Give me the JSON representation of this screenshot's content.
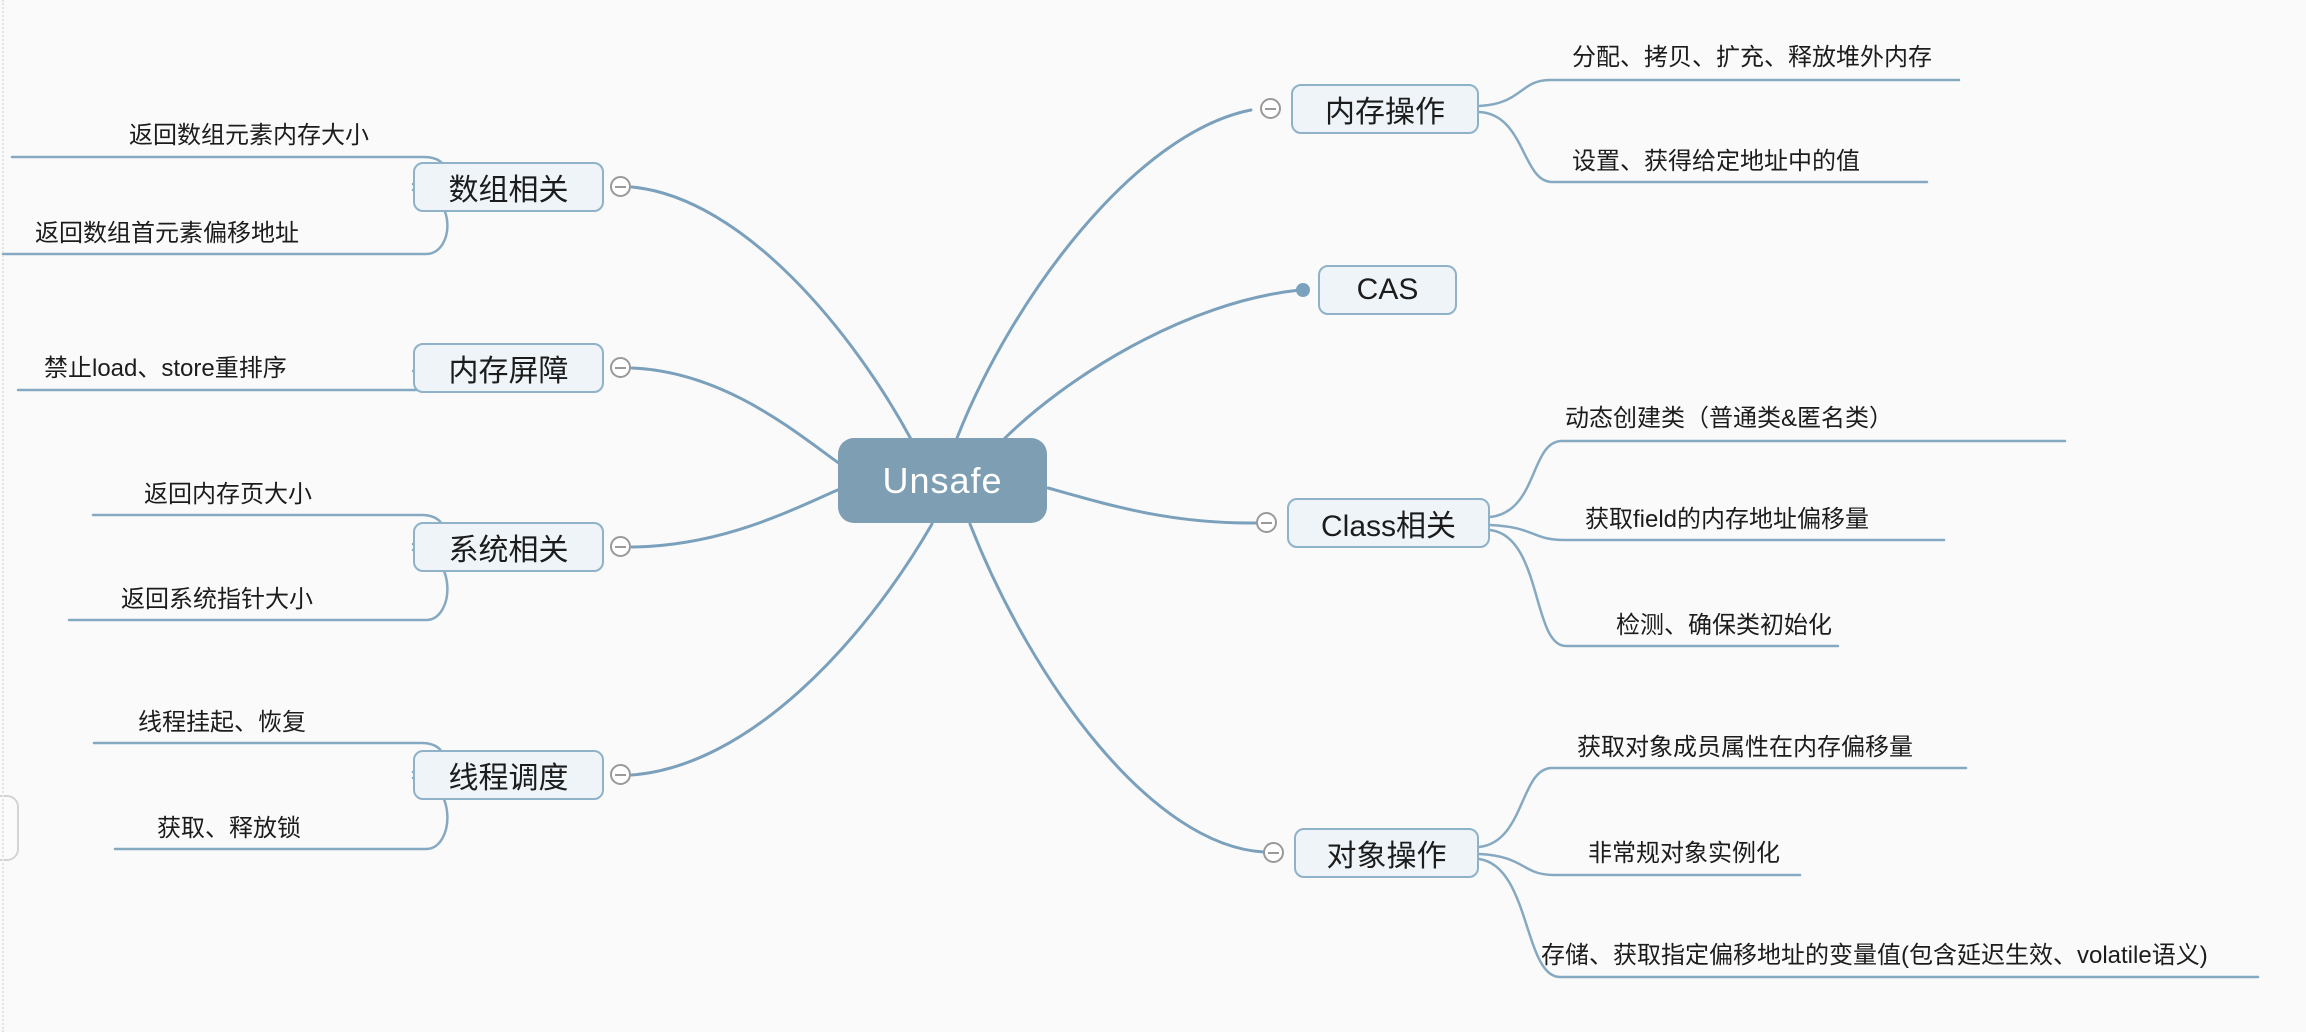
{
  "root": {
    "label": "Unsafe"
  },
  "left_branches": [
    {
      "label": "数组相关",
      "children": [
        "返回数组元素内存大小",
        "返回数组首元素偏移地址"
      ]
    },
    {
      "label": "内存屏障",
      "children": [
        "禁止load、store重排序"
      ]
    },
    {
      "label": "系统相关",
      "children": [
        "返回内存页大小",
        "返回系统指针大小"
      ]
    },
    {
      "label": "线程调度",
      "children": [
        "线程挂起、恢复",
        "获取、释放锁"
      ]
    }
  ],
  "right_branches": [
    {
      "label": "内存操作",
      "children": [
        "分配、拷贝、扩充、释放堆外内存",
        "设置、获得给定地址中的值"
      ]
    },
    {
      "label": "CAS",
      "children": []
    },
    {
      "label": "Class相关",
      "children": [
        "动态创建类（普通类&匿名类）",
        "获取field的内存地址偏移量",
        "检测、确保类初始化"
      ]
    },
    {
      "label": "对象操作",
      "children": [
        "获取对象成员属性在内存偏移量",
        "非常规对象实例化",
        "存储、获取指定偏移地址的变量值(包含延迟生效、volatile语义)"
      ]
    }
  ],
  "icons": {
    "collapse": "minus-circle-icon",
    "cas_anchor": "dot-anchor-icon"
  },
  "colors": {
    "background": "#fafafa",
    "root_fill": "#7e9eb4",
    "root_text": "#ffffff",
    "topic_fill": "#eef4f8",
    "topic_border": "#8fb2c9",
    "edge": "#86a9c2",
    "main_edge": "#7aa0bc",
    "collapse_stroke": "#999999",
    "text": "#1c1c1c"
  }
}
